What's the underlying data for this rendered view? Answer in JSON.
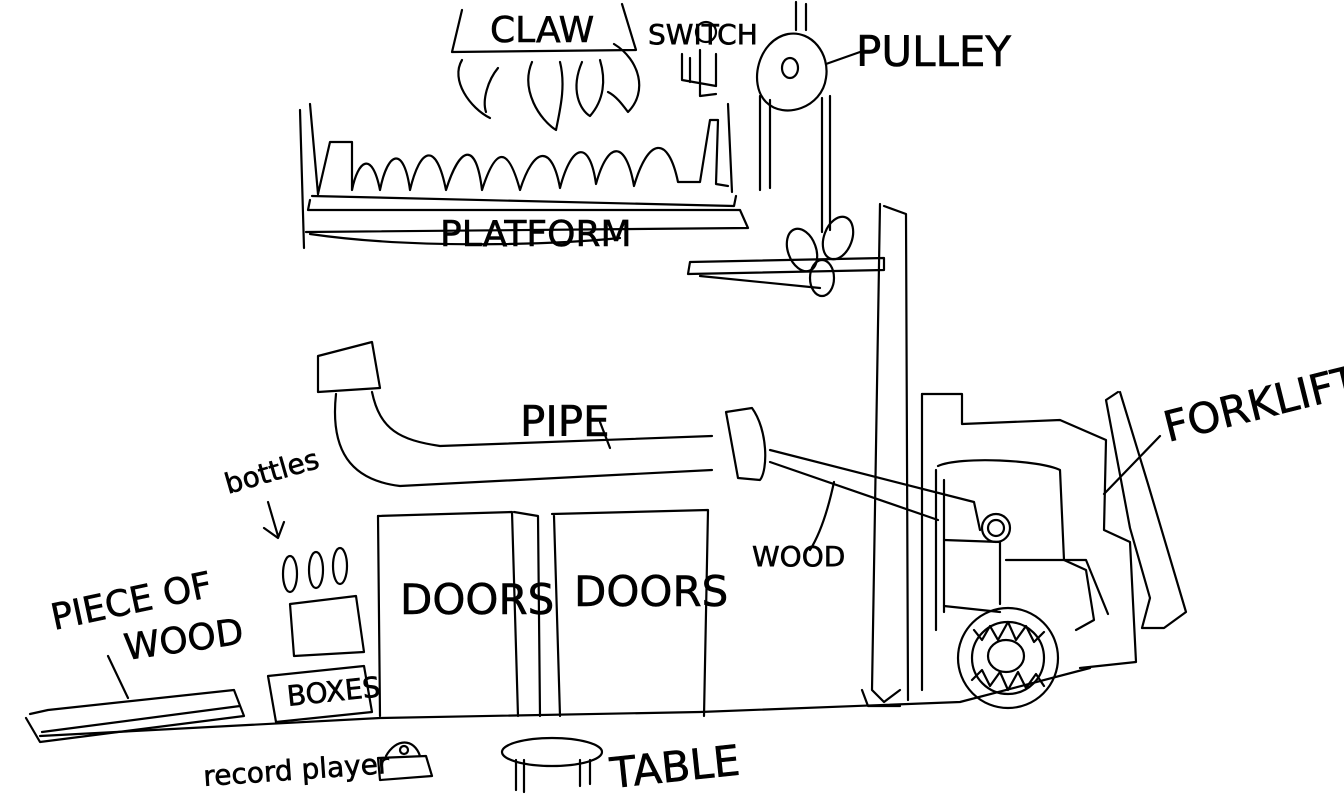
{
  "labels": {
    "claw": "CLAW",
    "switch": "SWITCH",
    "pulley": "PULLEY",
    "platform": "PLATFORM",
    "pipe": "PIPE",
    "bottles": "bottles",
    "forklift": "FORKLIFT",
    "wood": "WOOD",
    "doors_left": "DOORS",
    "doors_right": "DOORS",
    "piece_of_wood_line1": "PIECE OF",
    "piece_of_wood_line2": "WOOD",
    "boxes": "BOXES",
    "record_player": "record player",
    "table": "TABLE"
  },
  "colors": {
    "ink": "#000000",
    "background": "#ffffff"
  }
}
